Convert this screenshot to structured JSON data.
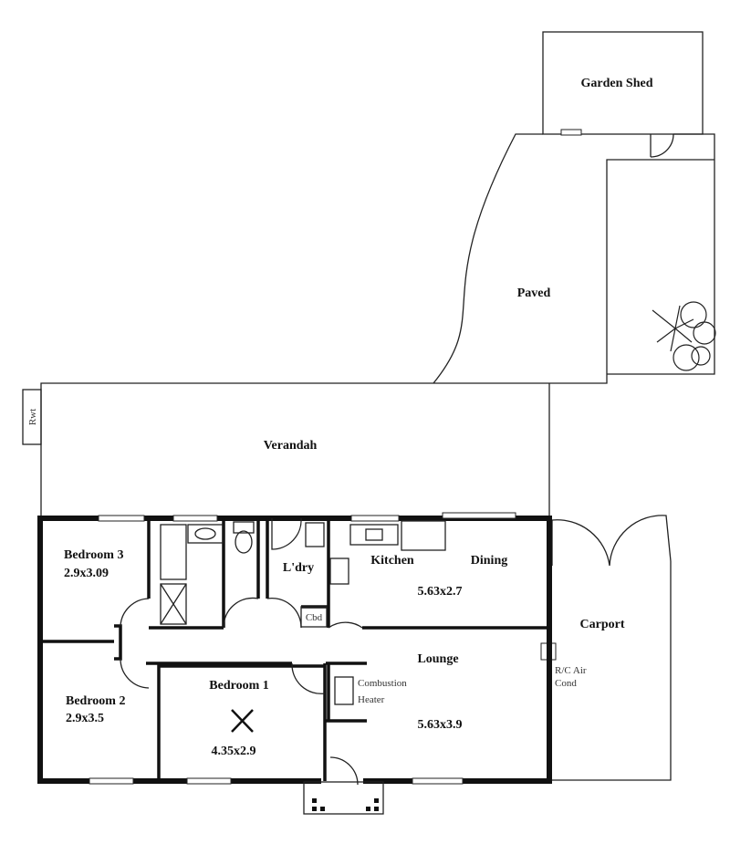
{
  "title": "Floor Plan",
  "rooms": {
    "garden_shed": "Garden Shed",
    "paved": "Paved",
    "verandah": "Verandah",
    "rwt": "Rwt",
    "bedroom3": {
      "name": "Bedroom 3",
      "size": "2.9x3.09"
    },
    "bedroom2": {
      "name": "Bedroom 2",
      "size": "2.9x3.5"
    },
    "bedroom1": {
      "name": "Bedroom 1",
      "size": "4.35x2.9"
    },
    "laundry": "L'dry",
    "cupboard": "Cbd",
    "kitchen": {
      "name": "Kitchen",
      "size": "5.63x2.7"
    },
    "dining": "Dining",
    "lounge": {
      "name": "Lounge",
      "size": "5.63x3.9"
    },
    "heater": {
      "line1": "Combustion",
      "line2": "Heater"
    },
    "carport": "Carport",
    "aircon": {
      "line1": "R/C Air",
      "line2": "Cond"
    }
  }
}
